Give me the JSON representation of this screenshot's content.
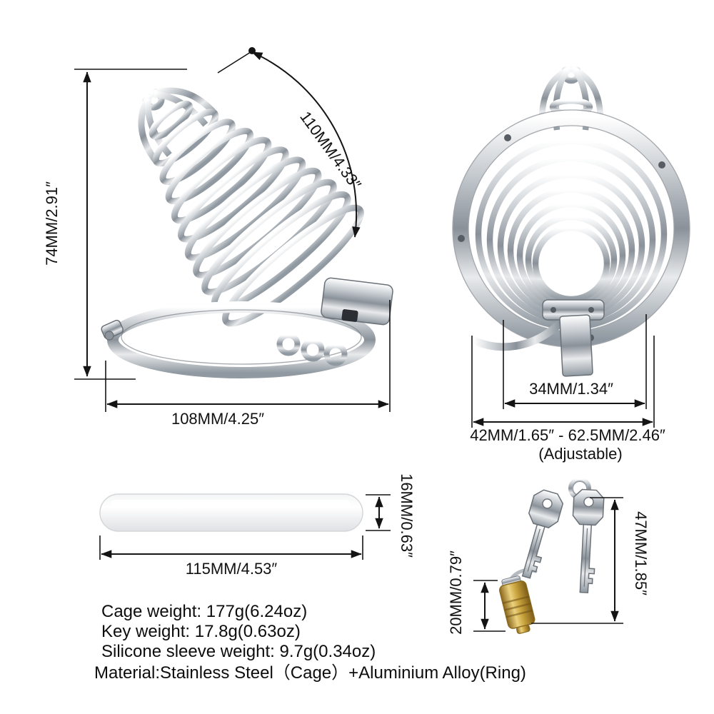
{
  "side_view": {
    "height": "74MM/2.91″",
    "cage_length": "110MM/4.33″",
    "base_width": "108MM/4.25″"
  },
  "front_view": {
    "inner_diameter": "34MM/1.34″",
    "ring_diameter_range": "42MM/1.65″ - 62.5MM/2.46″",
    "adjustable_note": "(Adjustable)"
  },
  "sleeve": {
    "length": "115MM/4.53″",
    "diameter": "16MM/0.63″"
  },
  "keys": {
    "key_length": "47MM/1.85″",
    "lock_length": "20MM/0.79″"
  },
  "specs": {
    "cage_weight": "Cage weight: 177g(6.24oz)",
    "key_weight": "Key weight: 17.8g(0.63oz)",
    "sleeve_weight": "Silicone sleeve weight: 9.7g(0.34oz)",
    "material": "Material:Stainless Steel（Cage）+Aluminium Alloy(Ring)"
  },
  "colors": {
    "background": "#ffffff",
    "dimension_lines": "#141414",
    "metal_light": "#e8eaec",
    "metal_dark": "#8a9199",
    "brass": "#c8a23b"
  }
}
